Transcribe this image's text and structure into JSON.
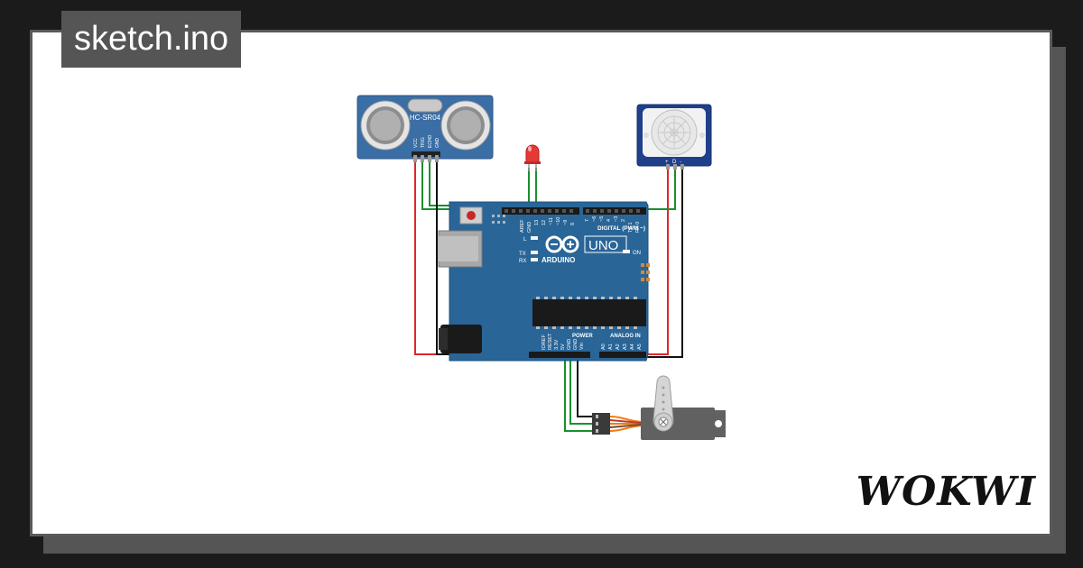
{
  "title": "sketch.ino",
  "brand": "WOKWI",
  "components": {
    "ultrasonic": {
      "label": "HC-SR04",
      "pins": [
        "VCC",
        "TRIG",
        "ECHO",
        "GND"
      ]
    },
    "led": {
      "color": "#e53935"
    },
    "pir": {
      "pins": [
        "+",
        "D",
        "-"
      ]
    },
    "arduino": {
      "model": "UNO",
      "logo": "ARDUINO",
      "digital_label": "DIGITAL (PWM ~)",
      "digital_pins": [
        "AREF",
        "GND",
        "13",
        "12",
        "~11",
        "~10",
        "~9",
        "8",
        "7",
        "~6",
        "~5",
        "4",
        "~3",
        "2",
        "TX 1",
        "RX 0"
      ],
      "power_label": "POWER",
      "power_pins": [
        "IOREF",
        "RESET",
        "3.3V",
        "5V",
        "GND",
        "GND",
        "Vin"
      ],
      "analog_label": "ANALOG IN",
      "analog_pins": [
        "A0",
        "A1",
        "A2",
        "A3",
        "A4",
        "A5"
      ],
      "led_labels": [
        "L",
        "TX",
        "RX"
      ],
      "on_label": "ON"
    },
    "servo": {}
  },
  "colors": {
    "board": "#2a6597",
    "wire_red": "#e0262c",
    "wire_black": "#111111",
    "wire_green": "#1a8f2e",
    "wire_orange": "#f07d10"
  }
}
